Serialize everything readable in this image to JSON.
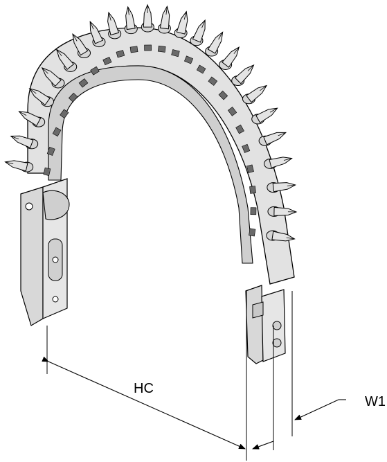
{
  "diagram": {
    "dimensions": {
      "hc_label": "HC",
      "w1_label": "W1"
    },
    "tooth_count": 24,
    "colors": {
      "metal_fill": "#e2e2e2",
      "metal_shade": "#c9c9c9",
      "outline": "#000000",
      "background": "#ffffff"
    }
  }
}
